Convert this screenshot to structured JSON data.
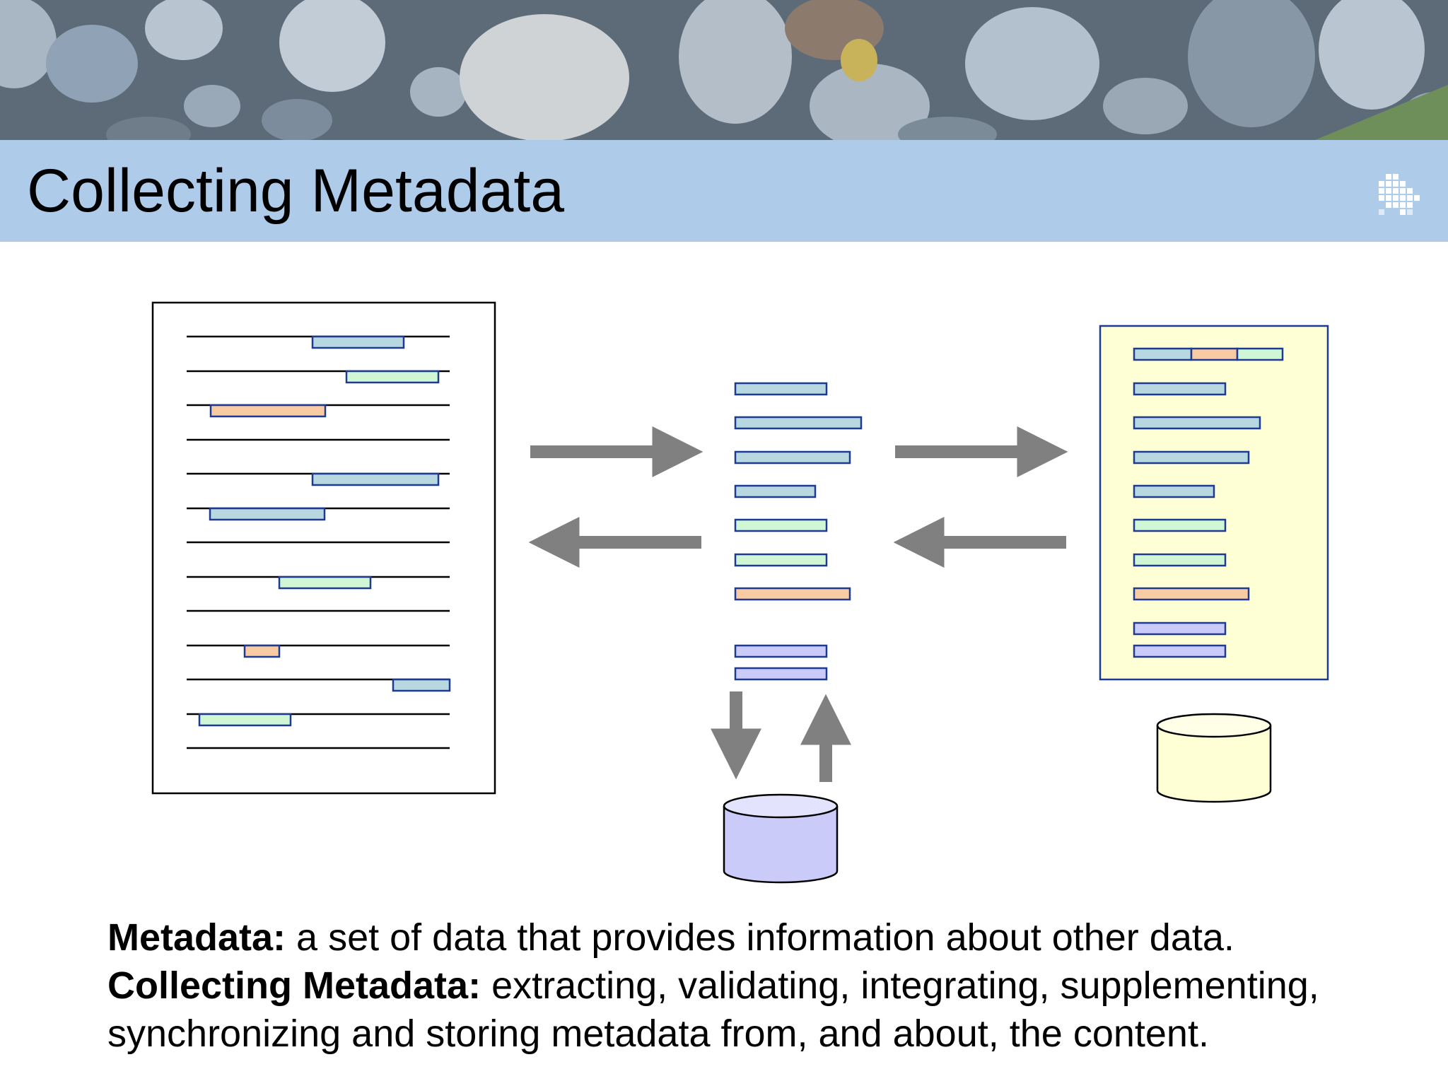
{
  "slide": {
    "title": "Collecting Metadata",
    "colors": {
      "title_bar": "#aecbea",
      "highlight_blue": "#b7d8e0",
      "highlight_green": "#cff7d6",
      "highlight_orange": "#f9cba2",
      "highlight_purple": "#cbcbfa",
      "store_fill": "#ffffd6",
      "arrow_gray": "#808080"
    },
    "icons": {
      "banner": "river-stones-photo",
      "logo": "dot-grid-logo",
      "source_document": "document-icon",
      "metadata_stack": "metadata-list-icon",
      "database": "database-cylinder-icon",
      "target_record": "record-document-icon"
    }
  },
  "caption": {
    "line1_term": "Metadata:",
    "line1_text": " a set of data that provides information about other data.",
    "line2_term": "Collecting Metadata:",
    "line2_text": " extracting, validating, integrating, supplementing,",
    "line3_text": "synchronizing and storing metadata from, and about, the content."
  }
}
